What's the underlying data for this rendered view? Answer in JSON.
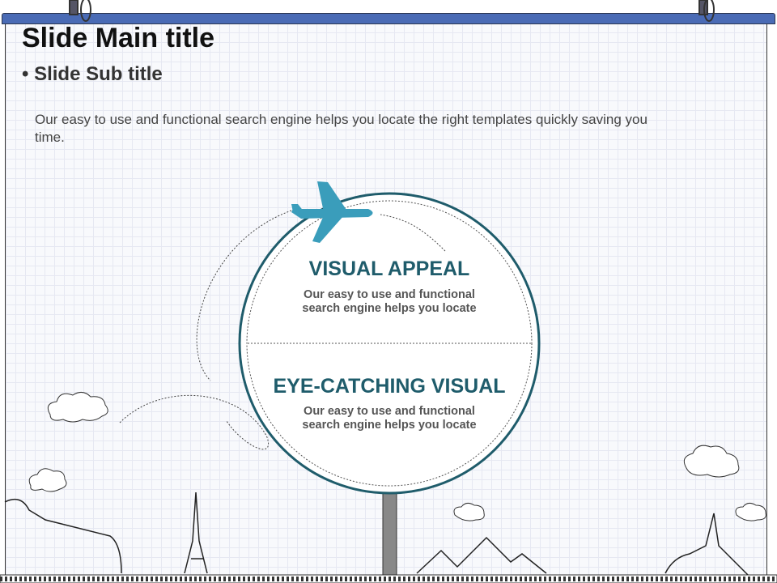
{
  "header": {
    "title": "Slide Main title",
    "subtitle": "Slide Sub title"
  },
  "description": "Our easy to use and functional search engine helps you locate the right templates quickly saving you time.",
  "sign": {
    "sections": [
      {
        "heading": "VISUAL APPEAL",
        "text": "Our easy to use and functional search engine helps you locate"
      },
      {
        "heading": "EYE-CATCHING VISUAL",
        "text": "Our easy to use and functional search engine helps you locate"
      }
    ]
  },
  "colors": {
    "accent": "#1f5c6b",
    "plane": "#3a9dbb",
    "bar": "#4a6bb5"
  }
}
